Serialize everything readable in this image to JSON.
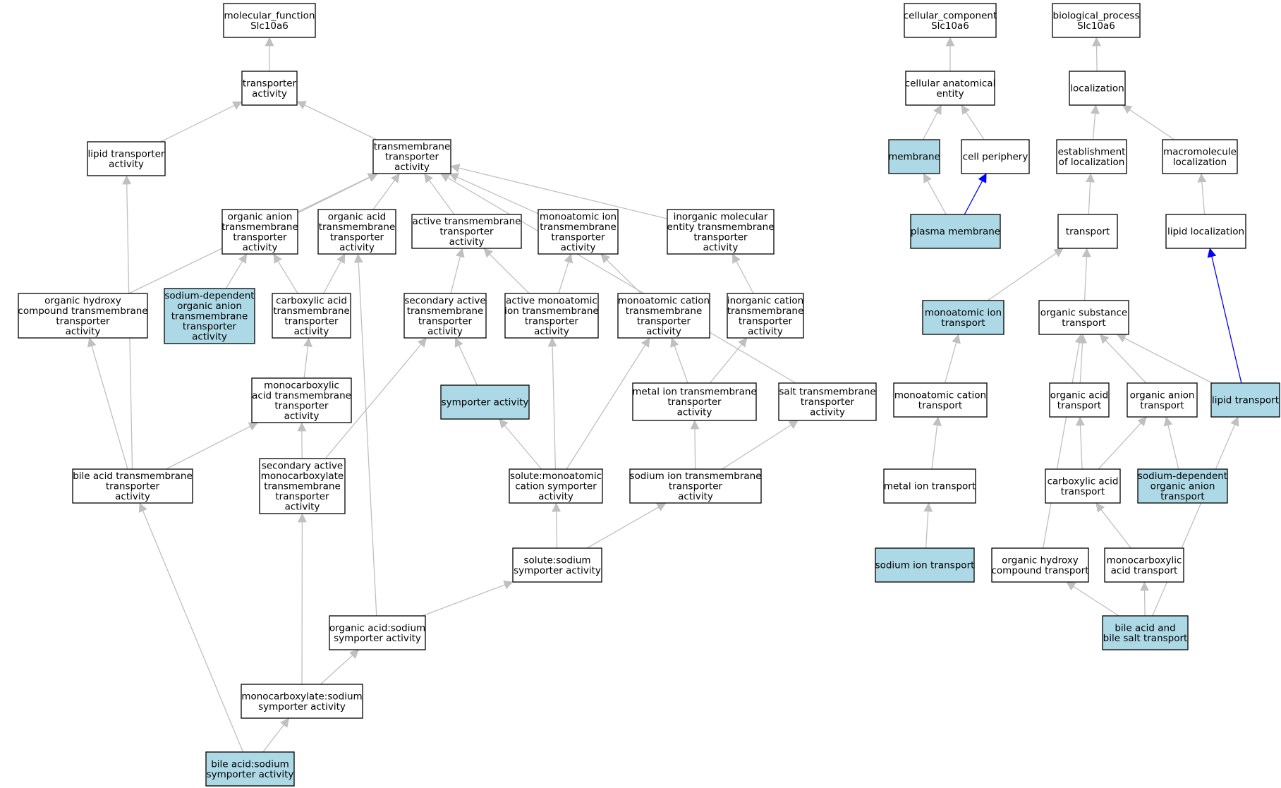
{
  "colors": {
    "node_fill": "#ffffff",
    "highlight_fill": "#add8e6",
    "edge_gray": "#c0c0c0",
    "edge_blue": "#0000ff",
    "stroke": "#000000"
  },
  "nodes": {
    "mf": {
      "lines": [
        "molecular_function",
        "Slc10a6"
      ],
      "highlight": false
    },
    "ta": {
      "lines": [
        "transporter",
        "activity"
      ],
      "highlight": false
    },
    "ltra": {
      "lines": [
        "lipid transporter",
        "activity"
      ],
      "highlight": false
    },
    "tmta": {
      "lines": [
        "transmembrane",
        "transporter",
        "activity"
      ],
      "highlight": false
    },
    "oata": {
      "lines": [
        "organic anion",
        "transmembrane",
        "transporter",
        "activity"
      ],
      "highlight": false
    },
    "oacta": {
      "lines": [
        "organic acid",
        "transmembrane",
        "transporter",
        "activity"
      ],
      "highlight": false
    },
    "atta": {
      "lines": [
        "active transmembrane",
        "transporter",
        "activity"
      ],
      "highlight": false
    },
    "mita": {
      "lines": [
        "monoatomic ion",
        "transmembrane",
        "transporter",
        "activity"
      ],
      "highlight": false
    },
    "imeta": {
      "lines": [
        "inorganic molecular",
        "entity transmembrane",
        "transporter",
        "activity"
      ],
      "highlight": false
    },
    "ohcta": {
      "lines": [
        "organic hydroxy",
        "compound transmembrane",
        "transporter",
        "activity"
      ],
      "highlight": false
    },
    "sdoa": {
      "lines": [
        "sodium-dependent",
        "organic anion",
        "transmembrane",
        "transporter",
        "activity"
      ],
      "highlight": true
    },
    "cata": {
      "lines": [
        "carboxylic acid",
        "transmembrane",
        "transporter",
        "activity"
      ],
      "highlight": false
    },
    "sata": {
      "lines": [
        "secondary active",
        "transmembrane",
        "transporter",
        "activity"
      ],
      "highlight": false
    },
    "amita": {
      "lines": [
        "active monoatomic",
        "ion transmembrane",
        "transporter",
        "activity"
      ],
      "highlight": false
    },
    "mcta": {
      "lines": [
        "monoatomic cation",
        "transmembrane",
        "transporter",
        "activity"
      ],
      "highlight": false
    },
    "icta": {
      "lines": [
        "inorganic cation",
        "transmembrane",
        "transporter",
        "activity"
      ],
      "highlight": false
    },
    "mcata": {
      "lines": [
        "monocarboxylic",
        "acid transmembrane",
        "transporter",
        "activity"
      ],
      "highlight": false
    },
    "sym": {
      "lines": [
        "symporter activity"
      ],
      "highlight": true
    },
    "mitta": {
      "lines": [
        "metal ion transmembrane",
        "transporter",
        "activity"
      ],
      "highlight": false
    },
    "salt": {
      "lines": [
        "salt transmembrane",
        "transporter",
        "activity"
      ],
      "highlight": false
    },
    "bata": {
      "lines": [
        "bile acid transmembrane",
        "transporter",
        "activity"
      ],
      "highlight": false
    },
    "samc": {
      "lines": [
        "secondary active",
        "monocarboxylate",
        "transmembrane",
        "transporter",
        "activity"
      ],
      "highlight": false
    },
    "smcs": {
      "lines": [
        "solute:monoatomic",
        "cation symporter",
        "activity"
      ],
      "highlight": false
    },
    "sita": {
      "lines": [
        "sodium ion transmembrane",
        "transporter",
        "activity"
      ],
      "highlight": false
    },
    "sss": {
      "lines": [
        "solute:sodium",
        "symporter activity"
      ],
      "highlight": false
    },
    "oass": {
      "lines": [
        "organic acid:sodium",
        "symporter activity"
      ],
      "highlight": false
    },
    "mcss": {
      "lines": [
        "monocarboxylate:sodium",
        "symporter activity"
      ],
      "highlight": false
    },
    "bass": {
      "lines": [
        "bile acid:sodium",
        "symporter activity"
      ],
      "highlight": true
    },
    "cc": {
      "lines": [
        "cellular_component",
        "Slc10a6"
      ],
      "highlight": false
    },
    "cae": {
      "lines": [
        "cellular anatomical",
        "entity"
      ],
      "highlight": false
    },
    "mem": {
      "lines": [
        "membrane"
      ],
      "highlight": true
    },
    "cp": {
      "lines": [
        "cell periphery"
      ],
      "highlight": false
    },
    "pm": {
      "lines": [
        "plasma membrane"
      ],
      "highlight": true
    },
    "bp": {
      "lines": [
        "biological_process",
        "Slc10a6"
      ],
      "highlight": false
    },
    "loc": {
      "lines": [
        "localization"
      ],
      "highlight": false
    },
    "eol": {
      "lines": [
        "establishment",
        "of localization"
      ],
      "highlight": false
    },
    "mml": {
      "lines": [
        "macromolecule",
        "localization"
      ],
      "highlight": false
    },
    "tr": {
      "lines": [
        "transport"
      ],
      "highlight": false
    },
    "ll": {
      "lines": [
        "lipid localization"
      ],
      "highlight": false
    },
    "mit": {
      "lines": [
        "monoatomic ion",
        "transport"
      ],
      "highlight": true
    },
    "ost": {
      "lines": [
        "organic substance",
        "transport"
      ],
      "highlight": false
    },
    "mct": {
      "lines": [
        "monoatomic cation",
        "transport"
      ],
      "highlight": false
    },
    "oat": {
      "lines": [
        "organic acid",
        "transport"
      ],
      "highlight": false
    },
    "oant": {
      "lines": [
        "organic anion",
        "transport"
      ],
      "highlight": false
    },
    "lt": {
      "lines": [
        "lipid transport"
      ],
      "highlight": true
    },
    "mitr": {
      "lines": [
        "metal ion transport"
      ],
      "highlight": false
    },
    "cat": {
      "lines": [
        "carboxylic acid",
        "transport"
      ],
      "highlight": false
    },
    "sdoat": {
      "lines": [
        "sodium-dependent",
        "organic anion",
        "transport"
      ],
      "highlight": true
    },
    "sit": {
      "lines": [
        "sodium ion transport"
      ],
      "highlight": true
    },
    "ohct": {
      "lines": [
        "organic hydroxy",
        "compound transport"
      ],
      "highlight": false
    },
    "mcat": {
      "lines": [
        "monocarboxylic",
        "acid transport"
      ],
      "highlight": false
    },
    "babs": {
      "lines": [
        "bile acid and",
        "bile salt transport"
      ],
      "highlight": true
    }
  },
  "edges": [
    [
      "ta",
      "mf",
      "gray"
    ],
    [
      "ltra",
      "ta",
      "gray"
    ],
    [
      "tmta",
      "ta",
      "gray"
    ],
    [
      "oata",
      "tmta",
      "gray"
    ],
    [
      "oacta",
      "tmta",
      "gray"
    ],
    [
      "atta",
      "tmta",
      "gray"
    ],
    [
      "mita",
      "tmta",
      "gray"
    ],
    [
      "imeta",
      "tmta",
      "gray"
    ],
    [
      "ohcta",
      "tmta",
      "gray"
    ],
    [
      "salt",
      "tmta",
      "gray"
    ],
    [
      "sdoa",
      "oata",
      "gray"
    ],
    [
      "cata",
      "oata",
      "gray"
    ],
    [
      "cata",
      "oacta",
      "gray"
    ],
    [
      "mcata",
      "cata",
      "gray"
    ],
    [
      "sata",
      "atta",
      "gray"
    ],
    [
      "amita",
      "atta",
      "gray"
    ],
    [
      "amita",
      "mita",
      "gray"
    ],
    [
      "mcta",
      "mita",
      "gray"
    ],
    [
      "icta",
      "imeta",
      "gray"
    ],
    [
      "sym",
      "sata",
      "gray"
    ],
    [
      "mitta",
      "mcta",
      "gray"
    ],
    [
      "mitta",
      "icta",
      "gray"
    ],
    [
      "bata",
      "ltra",
      "gray"
    ],
    [
      "bata",
      "ohcta",
      "gray"
    ],
    [
      "bata",
      "mcata",
      "gray"
    ],
    [
      "samc",
      "mcata",
      "gray"
    ],
    [
      "samc",
      "sata",
      "gray"
    ],
    [
      "smcs",
      "sym",
      "gray"
    ],
    [
      "smcs",
      "amita",
      "gray"
    ],
    [
      "smcs",
      "mcta",
      "gray"
    ],
    [
      "sita",
      "mitta",
      "gray"
    ],
    [
      "sita",
      "salt",
      "gray"
    ],
    [
      "sss",
      "smcs",
      "gray"
    ],
    [
      "sss",
      "sita",
      "gray"
    ],
    [
      "oass",
      "sss",
      "gray"
    ],
    [
      "oass",
      "oacta",
      "gray"
    ],
    [
      "mcss",
      "oass",
      "gray"
    ],
    [
      "mcss",
      "samc",
      "gray"
    ],
    [
      "bass",
      "mcss",
      "gray"
    ],
    [
      "bass",
      "bata",
      "gray"
    ],
    [
      "cae",
      "cc",
      "gray"
    ],
    [
      "mem",
      "cae",
      "gray"
    ],
    [
      "cp",
      "cae",
      "gray"
    ],
    [
      "pm",
      "mem",
      "gray"
    ],
    [
      "pm",
      "cp",
      "blue"
    ],
    [
      "loc",
      "bp",
      "gray"
    ],
    [
      "eol",
      "loc",
      "gray"
    ],
    [
      "mml",
      "loc",
      "gray"
    ],
    [
      "tr",
      "eol",
      "gray"
    ],
    [
      "ll",
      "mml",
      "gray"
    ],
    [
      "mit",
      "tr",
      "gray"
    ],
    [
      "ost",
      "tr",
      "gray"
    ],
    [
      "mct",
      "mit",
      "gray"
    ],
    [
      "mitr",
      "mct",
      "gray"
    ],
    [
      "sit",
      "mitr",
      "gray"
    ],
    [
      "oat",
      "ost",
      "gray"
    ],
    [
      "oant",
      "ost",
      "gray"
    ],
    [
      "lt",
      "ost",
      "gray"
    ],
    [
      "lt",
      "ll",
      "blue"
    ],
    [
      "ohct",
      "ost",
      "gray"
    ],
    [
      "cat",
      "oat",
      "gray"
    ],
    [
      "cat",
      "oant",
      "gray"
    ],
    [
      "sdoat",
      "oant",
      "gray"
    ],
    [
      "mcat",
      "cat",
      "gray"
    ],
    [
      "babs",
      "ohct",
      "gray"
    ],
    [
      "babs",
      "mcat",
      "gray"
    ],
    [
      "babs",
      "lt",
      "gray"
    ]
  ]
}
